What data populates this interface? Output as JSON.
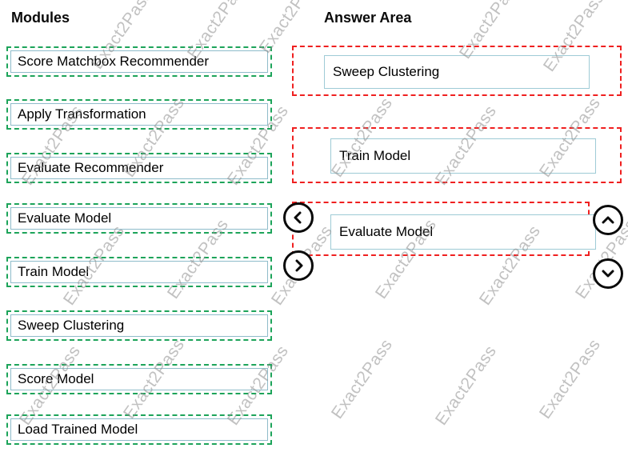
{
  "watermark": {
    "text": "Exact2Pass"
  },
  "modules": {
    "header": "Modules",
    "items": [
      {
        "label": "Score Matchbox Recommender"
      },
      {
        "label": "Apply Transformation"
      },
      {
        "label": "Evaluate Recommender"
      },
      {
        "label": "Evaluate Model"
      },
      {
        "label": "Train Model"
      },
      {
        "label": "Sweep Clustering"
      },
      {
        "label": "Score Model"
      },
      {
        "label": "Load Trained Model"
      }
    ]
  },
  "answer_area": {
    "header": "Answer Area",
    "items": [
      {
        "label": "Sweep Clustering"
      },
      {
        "label": "Train Model"
      },
      {
        "label": "Evaluate Model"
      }
    ]
  },
  "icons": {
    "move_left": "chevron-left-circle",
    "move_right": "chevron-right-circle",
    "move_up": "chevron-up-circle",
    "move_down": "chevron-down-circle"
  },
  "colors": {
    "module_border": "#1da45a",
    "answer_border": "#ef2020",
    "input_border": "#9ecbd6",
    "watermark": "#8f8f8f",
    "text": "#000000"
  }
}
